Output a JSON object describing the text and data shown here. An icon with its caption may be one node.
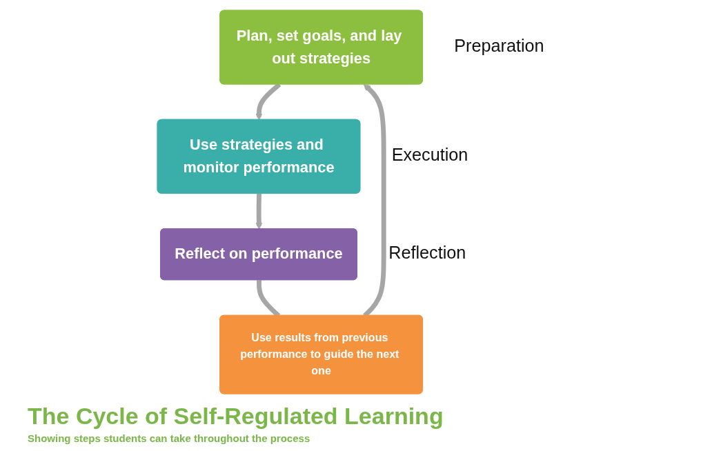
{
  "diagram": {
    "title": "The Cycle of Self-Regulated Learning",
    "caption": "Showing steps students can take throughout the process",
    "nodes": [
      {
        "text": [
          "Plan, set goals, and lay out strategies"
        ],
        "beside": [
          "Preparation"
        ]
      },
      {
        "text": [
          "Use strategies and monitor performance"
        ],
        "beside": [
          "Execution"
        ]
      },
      {
        "text": [
          "Reflect on performance"
        ],
        "beside": [
          "Reflection"
        ]
      },
      {
        "text": [
          "Use results from previous performance to guide the next one"
        ]
      }
    ],
    "edges": [
      {
        "from": 0,
        "to": 1,
        "arrow": "to"
      },
      {
        "from": 1,
        "to": 2,
        "arrow": "to"
      },
      {
        "from": 2,
        "to": 3,
        "arrow": "none"
      },
      {
        "from": 3,
        "to": 0,
        "arrow": "to"
      }
    ]
  }
}
